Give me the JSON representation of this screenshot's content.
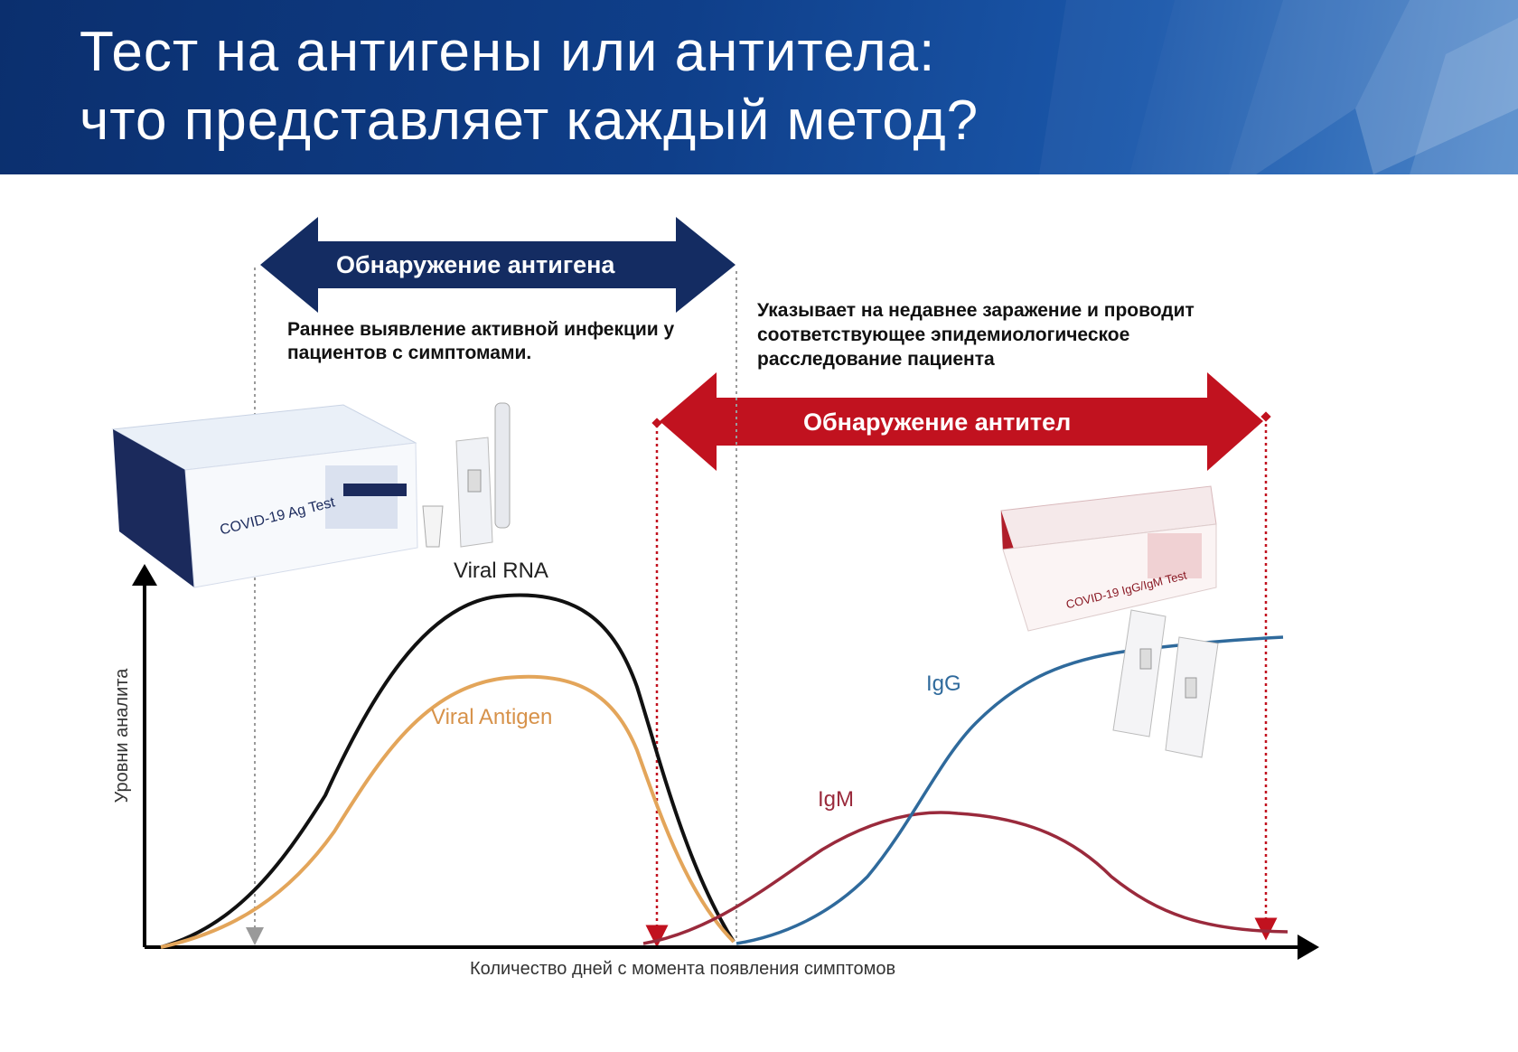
{
  "header": {
    "title_line1": "Тест на антигены или антитела:",
    "title_line2": "что представляет каждый метод?"
  },
  "antigen_section": {
    "arrow_label": "Обнаружение антигена",
    "description": "Раннее выявление активной инфекции у пациентов с симптомами."
  },
  "antibody_section": {
    "arrow_label": "Обнаружение антител",
    "description": "Указывает на недавнее заражение и проводит соответствующее эпидемиологическое расследование пациента"
  },
  "axes": {
    "y_label": "Уровни аналита",
    "x_label": "Количество дней с момента появления симптомов"
  },
  "curves": {
    "viral_rna": "Viral RNA",
    "viral_antigen": "Viral Antigen",
    "igg": "IgG",
    "igm": "IgM"
  },
  "products": {
    "antigen_kit": "COVID-19 Ag Test",
    "antibody_kit": "COVID-19 IgG/IgM Test"
  },
  "colors": {
    "header_blue": "#0f3f8a",
    "antigen_arrow": "#142c62",
    "antibody_arrow": "#c1121f",
    "viral_rna": "#111111",
    "viral_antigen": "#e3a55a",
    "igg": "#2f6a9c",
    "igm": "#9a2a3c",
    "antigen_marker": "#999999",
    "antibody_marker": "#c1121f"
  }
}
